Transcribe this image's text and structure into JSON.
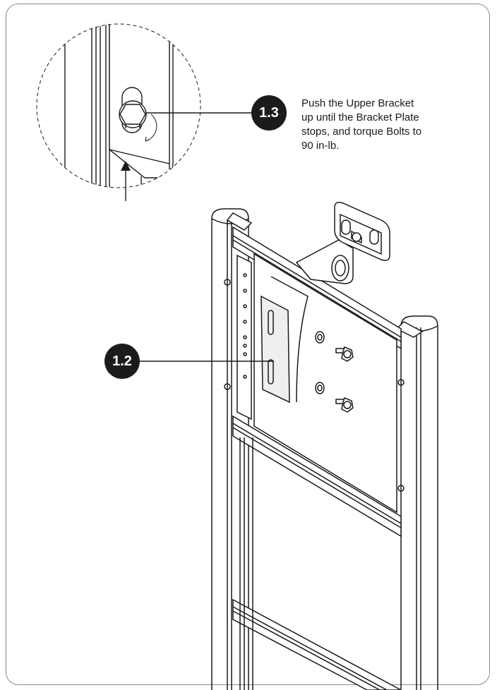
{
  "callouts": {
    "step_1_3": "1.3",
    "step_1_2": "1.2"
  },
  "instructions": {
    "step_1_3_text": "Push the Upper Bracket\nup until the Bracket Plate\nstops, and torque Bolts to\n90 in-lb."
  },
  "colors": {
    "callout_fill": "#1b1b1b",
    "line": "#1a1a1a",
    "frame_border": "#8a8a8a",
    "bracket_fill": "#eeeeee"
  },
  "icons": [
    "bolt-icon",
    "rotation-arrow-icon",
    "push-up-arrow-icon"
  ]
}
